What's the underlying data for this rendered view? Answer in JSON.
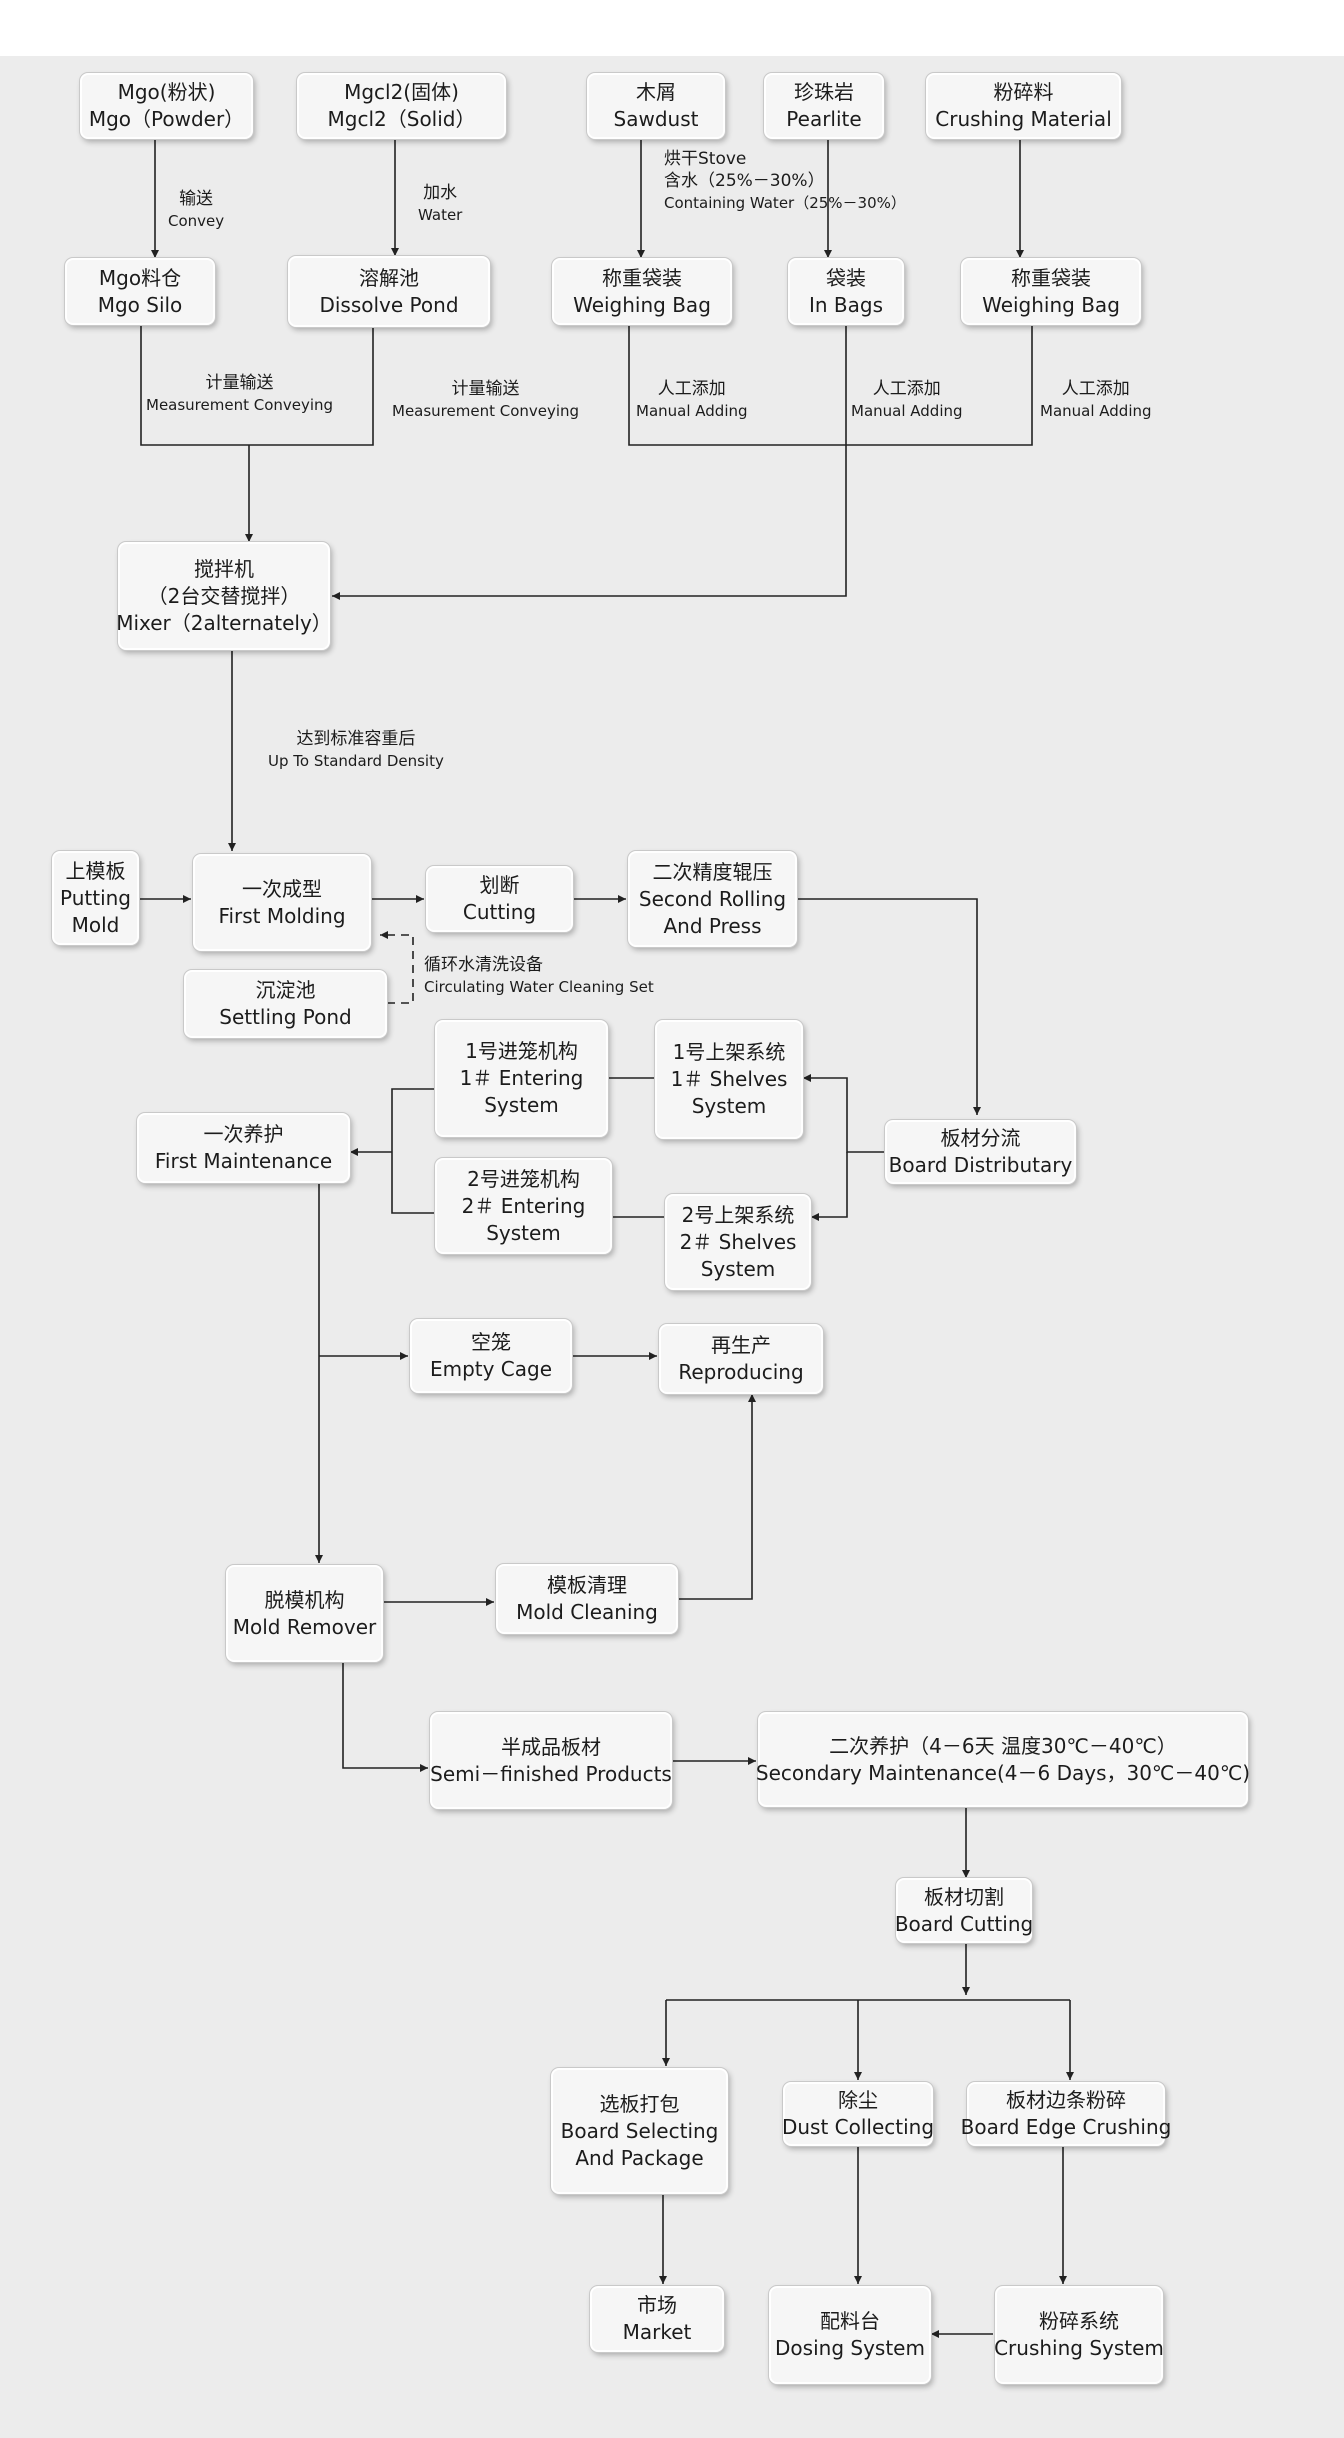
{
  "nodes": {
    "mgo_powder": {
      "zh": "Mgo(粉状)",
      "en": "Mgo（Powder）"
    },
    "mgcl2_solid": {
      "zh": "Mgcl2(固体)",
      "en": "Mgcl2（Solid）"
    },
    "sawdust": {
      "zh": "木屑",
      "en": "Sawdust"
    },
    "pearlite": {
      "zh": "珍珠岩",
      "en": "Pearlite"
    },
    "crushing_material": {
      "zh": "粉碎料",
      "en": "Crushing Material"
    },
    "mgo_silo": {
      "zh": "Mgo料仓",
      "en": "Mgo Silo"
    },
    "dissolve_pond": {
      "zh": "溶解池",
      "en": "Dissolve Pond"
    },
    "weighing_bag_1": {
      "zh": "称重袋装",
      "en": "Weighing Bag"
    },
    "in_bags": {
      "zh": "袋装",
      "en": "In Bags"
    },
    "weighing_bag_2": {
      "zh": "称重袋装",
      "en": "Weighing Bag"
    },
    "mixer": {
      "zh": "搅拌机",
      "zh2": "（2台交替搅拌）",
      "en": "Mixer（2alternately）"
    },
    "putting_mold": {
      "zh": "上模板",
      "en": "Putting",
      "en2": "Mold"
    },
    "first_molding": {
      "zh": "一次成型",
      "en": "First Molding"
    },
    "cutting": {
      "zh": "划断",
      "en": "Cutting"
    },
    "second_rolling": {
      "zh": "二次精度辊压",
      "en": "Second Rolling",
      "en2": "And Press"
    },
    "settling_pond": {
      "zh": "沉淀池",
      "en": "Settling Pond"
    },
    "entering_1": {
      "zh": "1号进笼机构",
      "en": "1＃ Entering",
      "en2": "System"
    },
    "shelves_1": {
      "zh": "1号上架系统",
      "en": "1＃ Shelves",
      "en2": "System"
    },
    "first_maintenance": {
      "zh": "一次养护",
      "en": "First Maintenance"
    },
    "board_distributary": {
      "zh": "板材分流",
      "en": "Board Distributary"
    },
    "entering_2": {
      "zh": "2号进笼机构",
      "en": "2＃ Entering",
      "en2": "System"
    },
    "shelves_2": {
      "zh": "2号上架系统",
      "en": "2＃ Shelves",
      "en2": "System"
    },
    "empty_cage": {
      "zh": "空笼",
      "en": "Empty Cage"
    },
    "reproducing": {
      "zh": "再生产",
      "en": "Reproducing"
    },
    "mold_remover": {
      "zh": "脱模机构",
      "en": "Mold Remover"
    },
    "mold_cleaning": {
      "zh": "模板清理",
      "en": "Mold Cleaning"
    },
    "semi_finished": {
      "zh": "半成品板材",
      "en": "Semi－finished Products"
    },
    "secondary_maintenance": {
      "zh": "二次养护（4－6天 温度30℃－40℃）",
      "en": "Secondary Maintenance(4－6 Days，30℃－40℃)"
    },
    "board_cutting": {
      "zh": "板材切割",
      "en": "Board Cutting"
    },
    "board_selecting": {
      "zh": "选板打包",
      "en": "Board Selecting",
      "en2": "And Package"
    },
    "dust_collecting": {
      "zh": "除尘",
      "en": "Dust Collecting"
    },
    "board_edge_crushing": {
      "zh": "板材边条粉碎",
      "en": "Board Edge Crushing"
    },
    "market": {
      "zh": "市场",
      "en": "Market"
    },
    "dosing_system": {
      "zh": "配料台",
      "en": "Dosing System"
    },
    "crushing_system": {
      "zh": "粉碎系统",
      "en": "Crushing System"
    }
  },
  "labels": {
    "convey": {
      "zh": "输送",
      "en": "Convey"
    },
    "water": {
      "zh": "加水",
      "en": "Water"
    },
    "stove": {
      "zh": "烘干Stove",
      "zh2": "含水（25%－30%）",
      "en": "Containing Water（25%－30%）"
    },
    "measure_1": {
      "zh": "计量输送",
      "en": "Measurement Conveying"
    },
    "measure_2": {
      "zh": "计量输送",
      "en": "Measurement Conveying"
    },
    "manual_1": {
      "zh": "人工添加",
      "en": "Manual Adding"
    },
    "manual_2": {
      "zh": "人工添加",
      "en": "Manual Adding"
    },
    "manual_3": {
      "zh": "人工添加",
      "en": "Manual Adding"
    },
    "density": {
      "zh": "达到标准容重后",
      "en": "Up To Standard Density"
    },
    "circulating": {
      "zh": "循环水清洗设备",
      "en": "Circulating Water Cleaning Set"
    }
  }
}
